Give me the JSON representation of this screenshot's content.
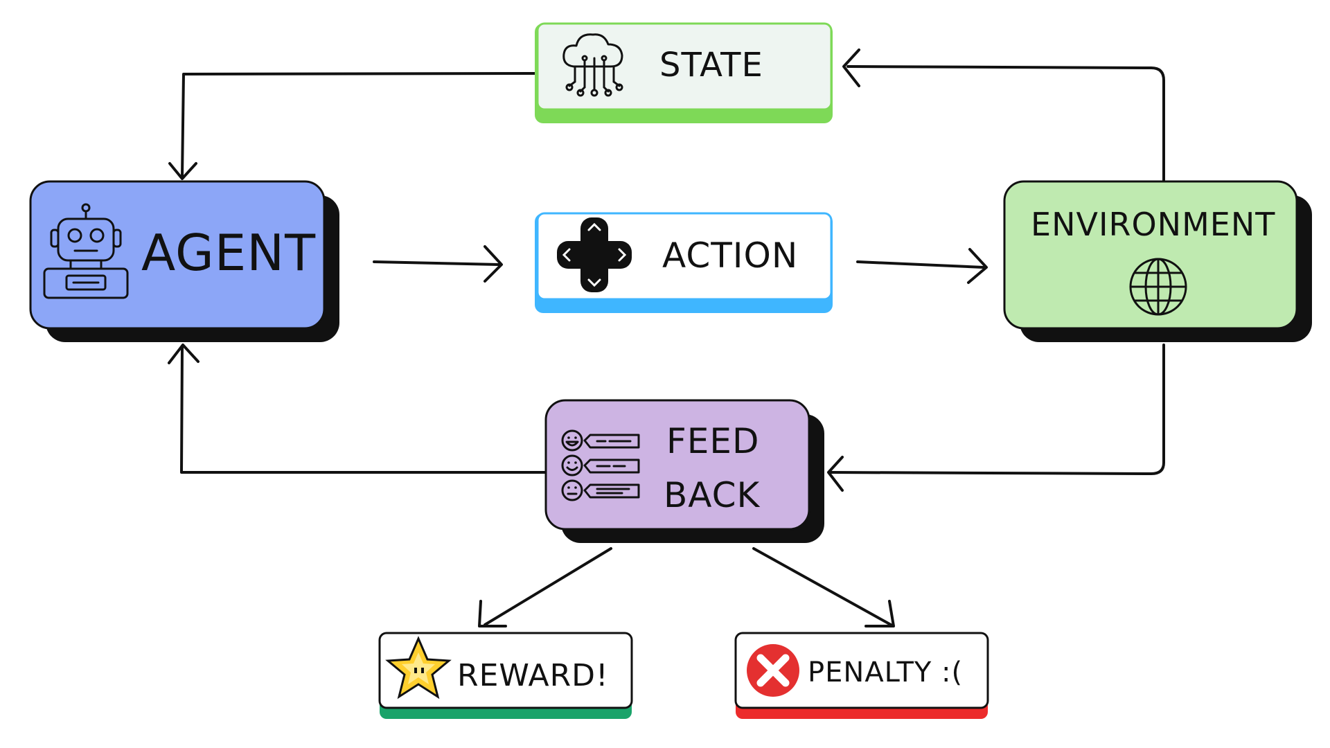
{
  "nodes": {
    "state": {
      "label": "STATE",
      "accent": "#7ed957"
    },
    "agent": {
      "label": "AGENT",
      "fill": "#8ca6f7"
    },
    "action": {
      "label": "ACTION",
      "accent": "#3fb6ff"
    },
    "environment": {
      "label": "ENVIRONMENT",
      "fill": "#bfeab0"
    },
    "feedback": {
      "line1": "FEED",
      "line2": "BACK",
      "fill": "#cdb4e3"
    },
    "reward": {
      "label": "REWARD!",
      "accent": "#1aa36a"
    },
    "penalty": {
      "label": "PENALTY :(",
      "accent": "#ec2b2b"
    }
  },
  "icons": {
    "state": "cloud-circuit-icon",
    "agent": "robot-icon",
    "action": "dpad-icon",
    "environment": "globe-icon",
    "feedback": "feedback-faces-icon",
    "reward": "star-icon",
    "penalty": "x-circle-icon"
  },
  "colors": {
    "shadow": "#111111",
    "line": "#111111",
    "card_bg": "#ffffff",
    "state_bg": "#eef5f1"
  }
}
